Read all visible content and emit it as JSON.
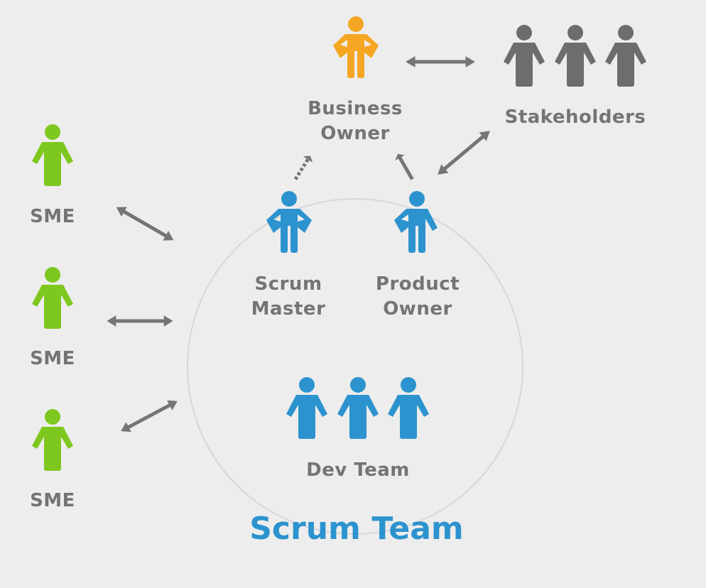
{
  "diagram": {
    "title": "Scrum Team",
    "roles": {
      "business_owner": {
        "line1": "Business",
        "line2": "Owner"
      },
      "stakeholders": "Stakeholders",
      "scrum_master": {
        "line1": "Scrum",
        "line2": "Master"
      },
      "product_owner": {
        "line1": "Product",
        "line2": "Owner"
      },
      "dev_team": "Dev Team",
      "sme": [
        "SME",
        "SME",
        "SME"
      ]
    },
    "colors": {
      "sme": "#7ec71e",
      "business_owner": "#f5a623",
      "stakeholders": "#6d6d6d",
      "scrum_team": "#2c93cf",
      "arrows": "#757575",
      "circle": "#d7d7d7"
    }
  }
}
